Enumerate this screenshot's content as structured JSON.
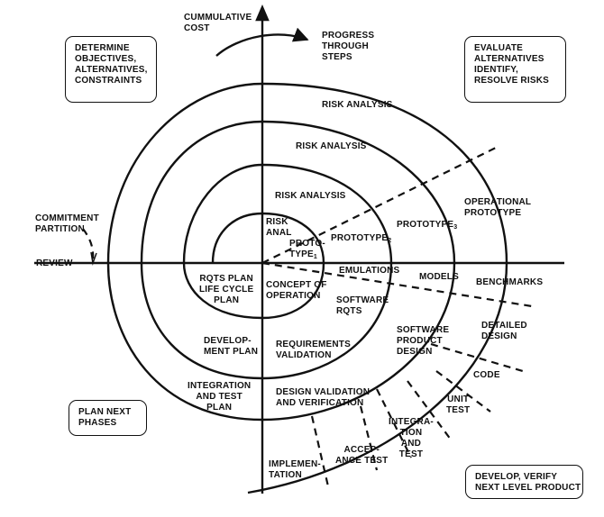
{
  "axes": {
    "y_label": "CUMMULATIVE\nCOST",
    "progress_label": "PROGRESS\nTHROUGH\nSTEPS",
    "commitment_label": "COMMITMENT\nPARTITION",
    "review_label": "REVIEW"
  },
  "quadrants": {
    "top_left": "DETERMINE\nOBJECTIVES,\nALTERNATIVES,\nCONSTRAINTS",
    "top_right": "EVALUATE\nALTERNATIVES\nIDENTIFY,\nRESOLVE RISKS",
    "bottom_left": "PLAN NEXT\nPHASES",
    "bottom_right": "DEVELOP, VERIFY\nNEXT LEVEL PRODUCT"
  },
  "risk_analysis": [
    "RISK ANALYSIS",
    "RISK ANALYSIS",
    "RISK ANALYSIS",
    "RISK\nANAL"
  ],
  "prototypes": {
    "proto1": "PROTO-\nTYPE",
    "proto1_sub": "1",
    "proto2": "PROTOTYPE",
    "proto2_sub": "2",
    "proto3": "PROTOTYPE",
    "proto3_sub": "3",
    "operational": "OPERATIONAL\nPROTOTYPE"
  },
  "simulations": [
    "EMULATIONS",
    "MODELS",
    "BENCHMARKS"
  ],
  "planning": {
    "rqts_plan": "RQTS PLAN\nLIFE CYCLE\nPLAN",
    "development_plan": "DEVELOP-\nMENT PLAN",
    "integration_plan": "INTEGRATION\nAND TEST\nPLAN"
  },
  "development": {
    "concept": "CONCEPT OF\nOPERATION",
    "software_rqts": "SOFTWARE\nRQTS",
    "requirements_validation": "REQUIREMENTS\nVALIDATION",
    "product_design": "SOFTWARE\nPRODUCT\nDESIGN",
    "design_validation": "DESIGN VALIDATION\nAND VERIFICATION",
    "detailed_design": "DETAILED\nDESIGN",
    "code": "CODE",
    "unit_test": "UNIT\nTEST",
    "integration_test": "INTEGRA-\nTION\nAND\nTEST",
    "acceptance_test": "ACCEP-\nANCE TEST",
    "implementation": "IMPLEMEN-\nTATION"
  }
}
